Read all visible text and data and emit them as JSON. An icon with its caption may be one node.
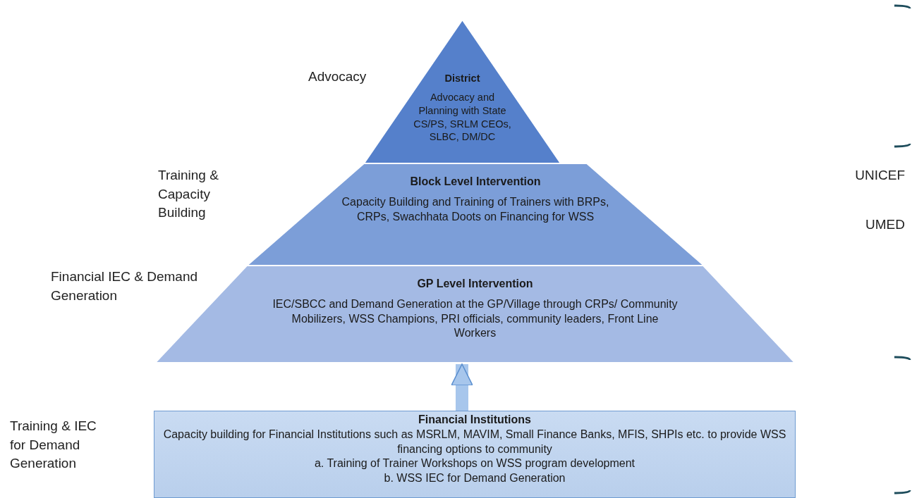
{
  "diagram": {
    "nodes": [
      {
        "text": [
          "District",
          "Advocacy and Planning with State CS/PS, SRLM CEOs, SLBC, DM/DC"
        ]
      },
      {
        "text": [
          "Block Level Intervention",
          "Capacity Building and Training of Trainers with BRPs, CRPs, Swachhata Doots on Financing for WSS"
        ]
      },
      {
        "text": [
          "GP Level Intervention",
          "IEC/SBCC and Demand Generation at the GP/Village through CRPs/ Community Mobilizers, WSS Champions, PRI officials, community leaders, Front Line Workers"
        ]
      },
      {
        "text": [
          "Financial Institutions",
          "Capacity building for Financial Institutions such as MSRLM, MAVIM, Small Finance Banks, MFIS, SHPIs etc. to provide WSS financing options to community",
          "a. Training of Trainer Workshops on WSS program development",
          "b. WSS IEC for Demand Generation"
        ]
      }
    ],
    "edges": [
      {
        "from": 3,
        "to": 2,
        "arrow": "to"
      }
    ],
    "labels": [
      "Advocacy",
      "Training & Capacity Building",
      "UNICEF",
      "UMED",
      "Financial IEC & Demand Generation",
      "Training & IEC for Demand Generation"
    ]
  }
}
